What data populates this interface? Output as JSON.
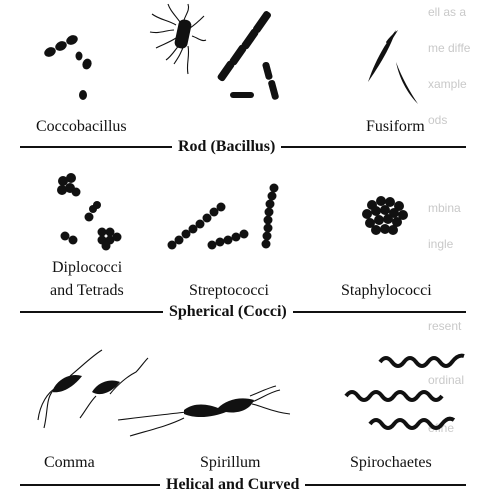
{
  "sections": [
    {
      "heading": "Rod (Bacillus)",
      "labels": {
        "left": "Coccobacillus",
        "right": "Fusiform"
      }
    },
    {
      "heading": "Spherical (Cocci)",
      "labels": {
        "left_line1": "Diplococci",
        "left_line2": "and Tetrads",
        "middle": "Streptococci",
        "right": "Staphylococci"
      }
    },
    {
      "heading": "Helical and Curved",
      "labels": {
        "left": "Comma",
        "middle": "Spirillum",
        "right": "Spirochaetes"
      }
    }
  ],
  "colors": {
    "ink": "#111111",
    "background": "#ffffff",
    "bleed_text": "#c9c9c9"
  }
}
